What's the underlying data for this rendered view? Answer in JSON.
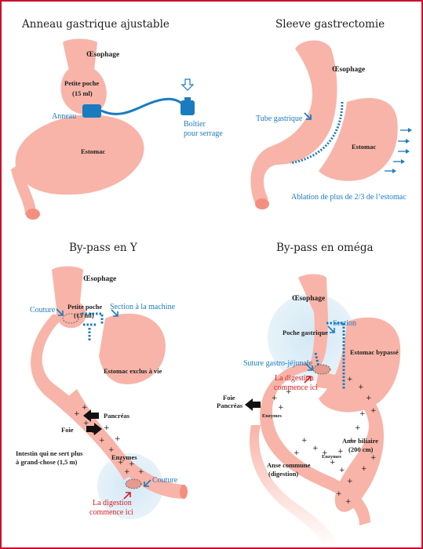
{
  "panels": {
    "ring": {
      "title": "Anneau gastrique ajustable",
      "esophagus": "Œsophage",
      "pouch_line1": "Petite poche",
      "pouch_line2": "(15 ml)",
      "ring_label": "Anneau",
      "stomach": "Estomac",
      "box_line1": "Boîtier",
      "box_line2": "pour serrage"
    },
    "sleeve": {
      "title": "Sleeve gastrectomie",
      "esophagus": "Œsophage",
      "tube_label": "Tube gastrique",
      "stomach": "Estomac",
      "ablation": "Ablation de plus de 2/3 de l’estomac"
    },
    "bypass_y": {
      "title": "By-pass en Y",
      "esophagus": "Œsophage",
      "couture_top": "Couture",
      "pouch_line1": "Petite poche",
      "pouch_line2": "(15 ml)",
      "section_machine": "Section à la machine",
      "excluded_stomach": "Estomac exclus à vie",
      "pancreas": "Pancréas",
      "liver": "Foie",
      "intestine_line1": "Intestin qui ne sert plus",
      "intestine_line2": "à grand-chose (1,5 m)",
      "enzymes": "Enzymes",
      "couture_bottom": "Couture",
      "digestion_line1": "La digestion",
      "digestion_line2": "commence ici"
    },
    "bypass_omega": {
      "title": "By-pass en oméga",
      "esophagus": "Œsophage",
      "pouch": "Poche gastrique",
      "section": "Section",
      "bypassed_stomach": "Estomac bypassé",
      "suture": "Suture gastro-jéjunale",
      "digestion_line1": "La digestion",
      "digestion_line2": "commence ici",
      "liver": "Foie",
      "pancreas": "Pancréas",
      "enzymes_a": "Enzymes",
      "enzymes_b": "Enzymes",
      "biliary_line1": "Anse biliaire",
      "biliary_line2": "(200 cm)",
      "common_line1": "Anse commune",
      "common_line2": "(digestion)"
    }
  },
  "colors": {
    "organ": "#f8b4a8",
    "organ_light": "#fbcdc3",
    "blue": "#1b7bbf",
    "red": "#d32026",
    "frame": "#c8102e",
    "halo": "#dcedf7"
  }
}
